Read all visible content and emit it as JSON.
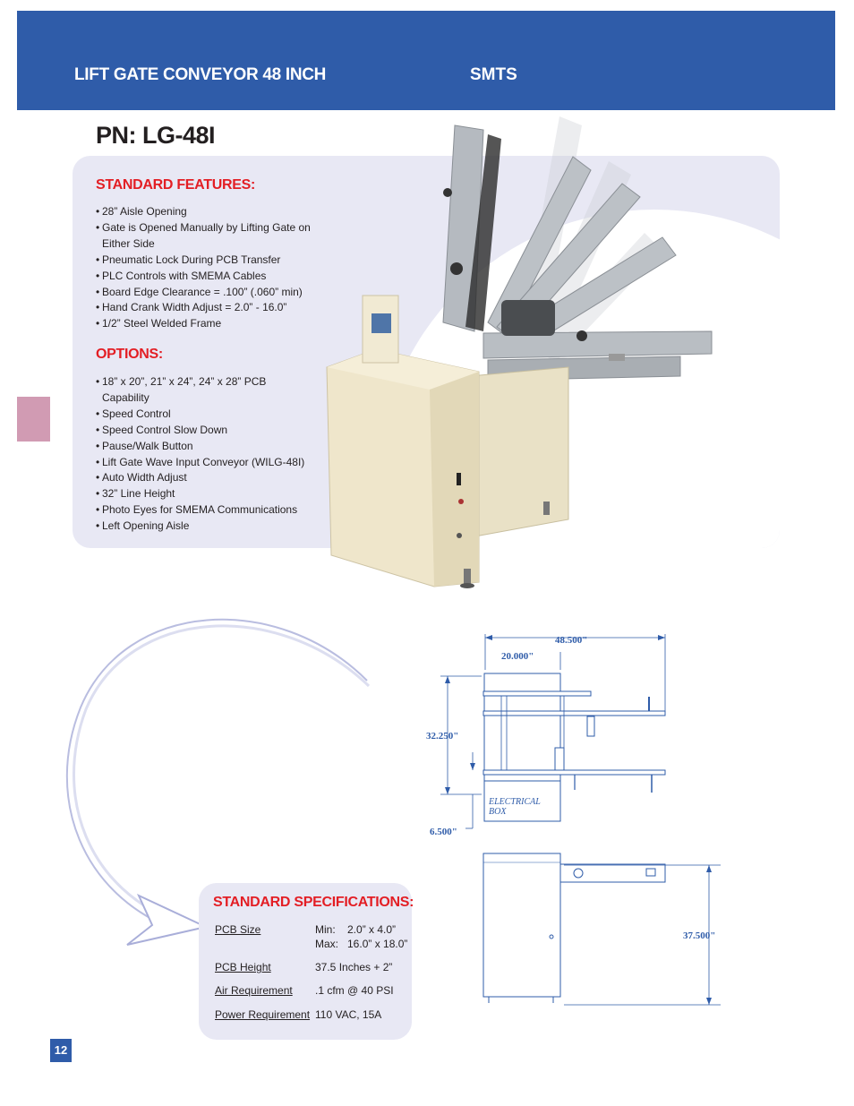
{
  "header": {
    "title": "LIFT GATE CONVEYOR 48 INCH",
    "brand": "SMTS"
  },
  "part_number": "PN: LG-48I",
  "features": {
    "heading": "STANDARD FEATURES:",
    "items": [
      "28” Aisle Opening",
      "Gate is Opened Manually by Lifting Gate on Either Side",
      "Pneumatic Lock During PCB Transfer",
      "PLC Controls with SMEMA Cables",
      "Board Edge Clearance = .100” (.060” min)",
      "Hand Crank Width Adjust = 2.0” - 16.0”",
      "1/2” Steel Welded Frame"
    ]
  },
  "options": {
    "heading": "OPTIONS:",
    "items": [
      "18” x 20”, 21” x 24”, 24” x 28” PCB Capability",
      "Speed Control",
      "Speed Control Slow Down",
      "Pause/Walk Button",
      "Lift Gate Wave Input Conveyor (WILG-48I)",
      "Auto Width Adjust",
      "32” Line Height",
      "Photo Eyes for SMEMA Communications",
      "Left Opening Aisle"
    ]
  },
  "drawing": {
    "dim_width_total": "48.500\"",
    "dim_width_box": "20.000\"",
    "dim_height_line": "32.250\"",
    "dim_height_base": "6.500\"",
    "dim_height_side": "37.500\"",
    "box_label_1": "ELECTRICAL",
    "box_label_2": "BOX"
  },
  "specifications": {
    "heading": "STANDARD SPECIFICATIONS:",
    "rows": [
      {
        "label": "PCB Size",
        "value": "Min:    2.0” x 4.0”",
        "value2": "Max:   16.0” x 18.0”"
      },
      {
        "label": "PCB Height",
        "value": "37.5 Inches + 2”"
      },
      {
        "label": "Air Requirement",
        "value": ".1 cfm @ 40 PSI"
      },
      {
        "label": "Power Requirement",
        "value": "110 VAC, 15A"
      }
    ]
  },
  "page_number": "12",
  "colors": {
    "banner": "#2f5ca9",
    "accent_red": "#e31e24",
    "panel": "#e8e8f4",
    "tab": "#d19bb3"
  }
}
